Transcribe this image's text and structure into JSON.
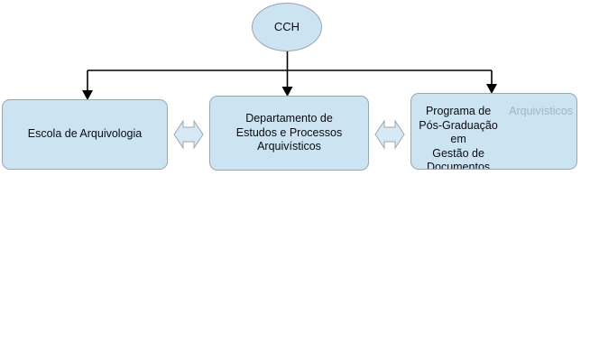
{
  "diagram": {
    "type": "organizational-chart",
    "background_color": "#ffffff",
    "node_fill_color": "#cce4f2",
    "node_border_color": "#9aa6ae",
    "connector_color": "#000000",
    "text_color": "#0a0a12",
    "root": {
      "id": "cch",
      "shape": "ellipse",
      "label": "CCH"
    },
    "children": [
      {
        "id": "escola",
        "shape": "rounded-rectangle",
        "label": "Escola de Arquivologia"
      },
      {
        "id": "departamento",
        "shape": "rounded-rectangle",
        "label": "Departamento de\nEstudos e Processos\nArquivísticos"
      },
      {
        "id": "programa",
        "shape": "rounded-rectangle",
        "label": "Programa de\nPós-Graduação em\nGestão de Documentos",
        "clipped_label": "Arquivísticos"
      }
    ],
    "connectors": {
      "tree_arrow_heads": 3,
      "lateral_arrows": [
        {
          "id": "escola-departamento",
          "style": "double-headed"
        },
        {
          "id": "departamento-programa",
          "style": "double-headed"
        }
      ]
    }
  }
}
